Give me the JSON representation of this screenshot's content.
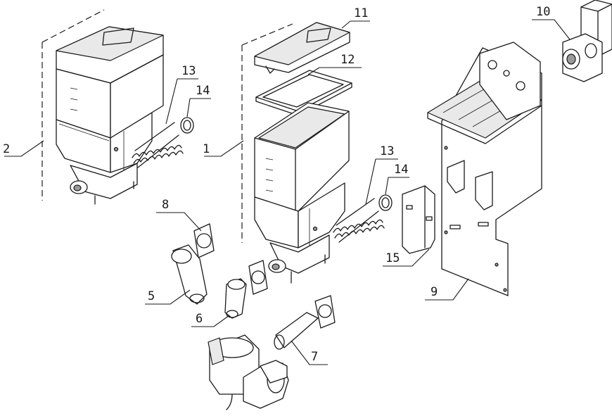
{
  "callouts": [
    {
      "id": "c1",
      "text": "1"
    },
    {
      "id": "c2",
      "text": "2"
    },
    {
      "id": "c5",
      "text": "5"
    },
    {
      "id": "c6",
      "text": "6"
    },
    {
      "id": "c7",
      "text": "7"
    },
    {
      "id": "c8",
      "text": "8"
    },
    {
      "id": "c9",
      "text": "9"
    },
    {
      "id": "c10",
      "text": "10"
    },
    {
      "id": "c11",
      "text": "11"
    },
    {
      "id": "c12",
      "text": "12"
    },
    {
      "id": "c13a",
      "text": "13"
    },
    {
      "id": "c13b",
      "text": "13"
    },
    {
      "id": "c14a",
      "text": "14"
    },
    {
      "id": "c14b",
      "text": "14"
    },
    {
      "id": "c15",
      "text": "15"
    }
  ]
}
